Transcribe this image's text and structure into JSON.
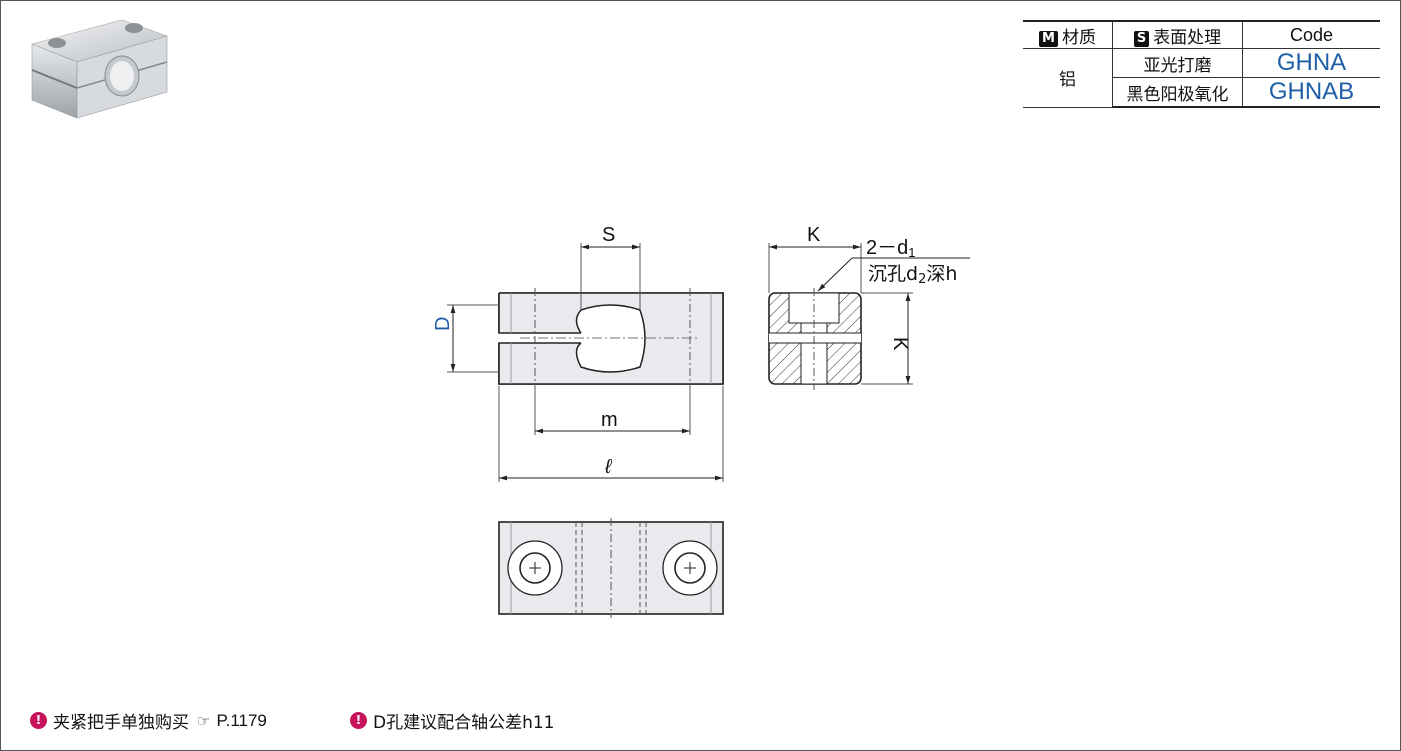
{
  "spec_table": {
    "headers": {
      "material": "材质",
      "material_badge": "M",
      "surface": "表面处理",
      "surface_badge": "S",
      "code": "Code"
    },
    "material": "铝",
    "rows": [
      {
        "surface": "亚光打磨",
        "code": "GHNA"
      },
      {
        "surface": "黑色阳极氧化",
        "code": "GHNAB"
      }
    ]
  },
  "drawing": {
    "dim_s": "S",
    "dim_d": "D",
    "dim_m": "m",
    "dim_l": "ℓ",
    "dim_k_top": "K",
    "dim_k_side": "K",
    "hole_label_1": "2－d",
    "hole_label_1_sub": "1",
    "hole_label_2a": "沉孔d",
    "hole_label_2_sub": "2",
    "hole_label_2b": "深h"
  },
  "notes": [
    {
      "text": "夹紧把手单独购买",
      "ref_icon": "☞",
      "ref": "P.1179"
    },
    {
      "text": "D孔建议配合轴公差h11"
    }
  ],
  "colors": {
    "code_blue": "#1f5fa8",
    "note_mark": "#c8125c",
    "d_label": "#1f5fa8"
  }
}
